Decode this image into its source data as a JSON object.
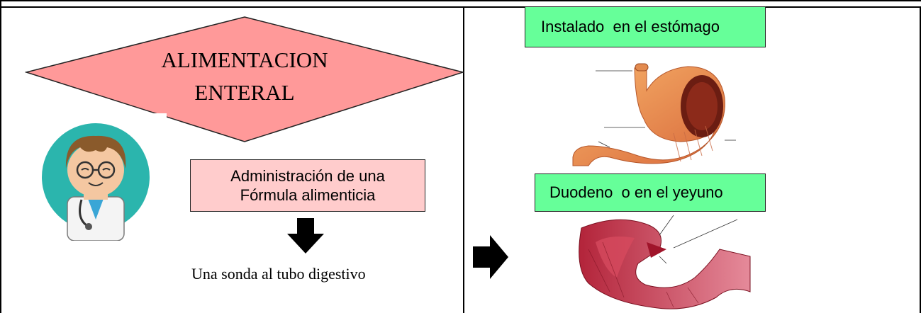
{
  "title": {
    "line1": "ALIMENTACION",
    "line2": "ENTERAL"
  },
  "definition": {
    "line1": "Administración de una",
    "line2": "Fórmula alimenticia"
  },
  "route": {
    "text": "Una sonda al tubo digestivo"
  },
  "locations": {
    "stomach": {
      "label": "Instalado  en el estómago"
    },
    "intestine": {
      "label": "Duodeno  o en el yeyuno"
    }
  },
  "colors": {
    "diamond": "#ff9999",
    "definition_box": "#ffcccc",
    "location_box": "#66ff99",
    "avatar_bg": "#2bb5ad"
  }
}
